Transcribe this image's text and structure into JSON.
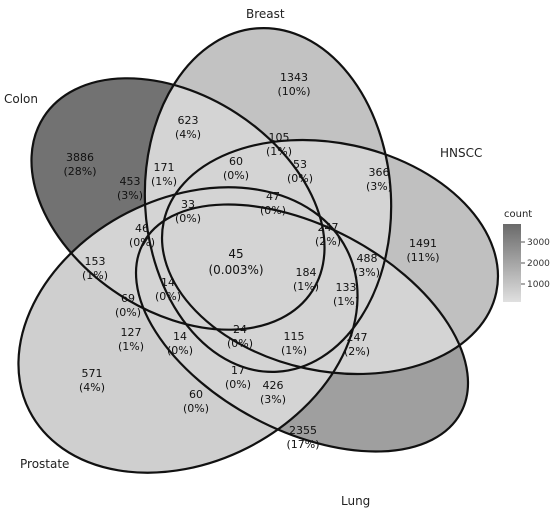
{
  "sets": [
    "Breast",
    "HNSCC",
    "Lung",
    "Prostate",
    "Colon"
  ],
  "legend": {
    "title": "count",
    "ticks": [
      "3000",
      "2000",
      "1000"
    ],
    "colors": {
      "low": "#e0e0e0",
      "high": "#6a6a6a"
    }
  },
  "regions": [
    {
      "id": "breast-only",
      "count": "1343",
      "pct": "(10%)"
    },
    {
      "id": "hnscc-only",
      "count": "1491",
      "pct": "(11%)"
    },
    {
      "id": "lung-only",
      "count": "2355",
      "pct": "(17%)"
    },
    {
      "id": "prostate-only",
      "count": "571",
      "pct": "(4%)"
    },
    {
      "id": "colon-only",
      "count": "3886",
      "pct": "(28%)"
    },
    {
      "id": "colon-breast",
      "count": "623",
      "pct": "(4%)"
    },
    {
      "id": "breast-hnscc",
      "count": "366",
      "pct": "(3%)"
    },
    {
      "id": "hnscc-lung",
      "count": "247",
      "pct": "(2%)"
    },
    {
      "id": "lung-prostate",
      "count": "60",
      "pct": "(0%)"
    },
    {
      "id": "prostate-colon",
      "count": "153",
      "pct": "(1%)"
    },
    {
      "id": "r-105",
      "count": "105",
      "pct": "(1%)"
    },
    {
      "id": "r-53",
      "count": "53",
      "pct": "(0%)"
    },
    {
      "id": "r-488",
      "count": "488",
      "pct": "(3%)"
    },
    {
      "id": "r-426",
      "count": "426",
      "pct": "(3%)"
    },
    {
      "id": "r-127",
      "count": "127",
      "pct": "(1%)"
    },
    {
      "id": "r-453",
      "count": "453",
      "pct": "(3%)"
    },
    {
      "id": "r-171",
      "count": "171",
      "pct": "(1%)"
    },
    {
      "id": "r-60-top",
      "count": "60",
      "pct": "(0%)"
    },
    {
      "id": "r-33",
      "count": "33",
      "pct": "(0%)"
    },
    {
      "id": "r-47",
      "count": "47",
      "pct": "(0%)"
    },
    {
      "id": "r-247-inner",
      "count": "247",
      "pct": "(2%)"
    },
    {
      "id": "r-46",
      "count": "46",
      "pct": "(0%)"
    },
    {
      "id": "r-184",
      "count": "184",
      "pct": "(1%)"
    },
    {
      "id": "r-133",
      "count": "133",
      "pct": "(1%)"
    },
    {
      "id": "r-69",
      "count": "69",
      "pct": "(0%)"
    },
    {
      "id": "r-14-left",
      "count": "14",
      "pct": "(0%)"
    },
    {
      "id": "r-14-bottom",
      "count": "14",
      "pct": "(0%)"
    },
    {
      "id": "r-24",
      "count": "24",
      "pct": "(0%)"
    },
    {
      "id": "r-115",
      "count": "115",
      "pct": "(1%)"
    },
    {
      "id": "r-17",
      "count": "17",
      "pct": "(0%)"
    },
    {
      "id": "all-five",
      "count": "45",
      "pct": "(0.003%)"
    }
  ]
}
